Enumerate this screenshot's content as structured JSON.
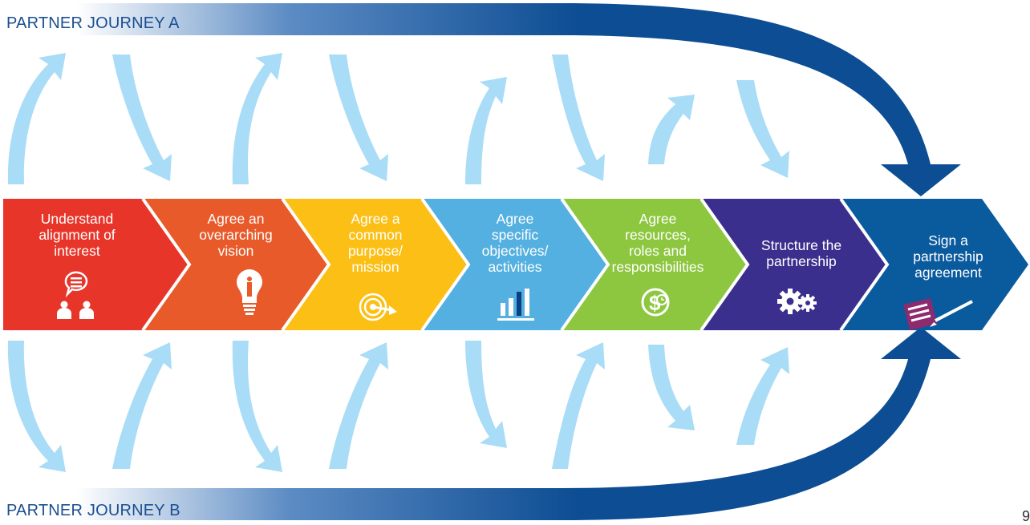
{
  "labels": {
    "journey_a": "PARTNER JOURNEY A",
    "journey_b": "PARTNER JOURNEY B"
  },
  "steps": [
    {
      "text": "Understand\nalignment of\ninterest",
      "color": "#e8352a",
      "icon": "discussion-people-icon"
    },
    {
      "text": "Agree an\noverarching\nvision",
      "color": "#e95a2a",
      "icon": "lightbulb-person-icon"
    },
    {
      "text": "Agree a\ncommon\npurpose/\nmission",
      "color": "#fbbf15",
      "icon": "target-dart-icon"
    },
    {
      "text": "Agree\nspecific\nobjectives/\nactivities",
      "color": "#54b0e0",
      "icon": "bar-chart-icon"
    },
    {
      "text": "Agree\nresources,\nroles and\nresponsibilities",
      "color": "#8dc63f",
      "icon": "money-clock-icon"
    },
    {
      "text": "Structure the\npartnership",
      "color": "#3b2f8e",
      "icon": "gears-icon"
    },
    {
      "text": "Sign a\npartnership\nagreement",
      "color": "#0a5a9e",
      "icon": "signing-document-icon"
    }
  ],
  "colors": {
    "journey_arrow": "#0d4d93",
    "cycle_arrows": "#a9dcf6"
  },
  "page_number": "9"
}
